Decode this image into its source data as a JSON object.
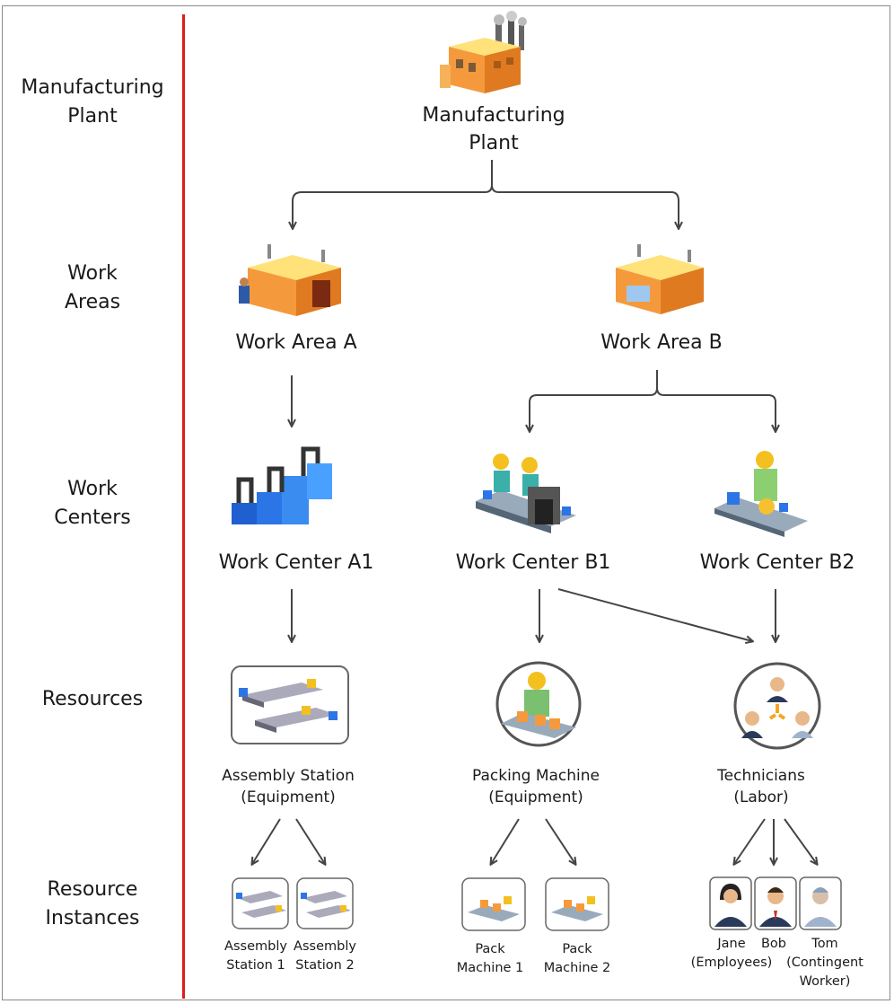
{
  "levels": [
    {
      "line1": "Manufacturing",
      "line2": "Plant"
    },
    {
      "line1": "Work",
      "line2": "Areas"
    },
    {
      "line1": "Work",
      "line2": "Centers"
    },
    {
      "line1": "Resources",
      "line2": ""
    },
    {
      "line1": "Resource",
      "line2": "Instances"
    }
  ],
  "plant": {
    "line1": "Manufacturing",
    "line2": "Plant"
  },
  "work_areas": [
    {
      "label": "Work Area A"
    },
    {
      "label": "Work Area B"
    }
  ],
  "work_centers": [
    {
      "label": "Work Center A1"
    },
    {
      "label": "Work Center B1"
    },
    {
      "label": "Work Center B2"
    }
  ],
  "resources": [
    {
      "line1": "Assembly Station",
      "line2": "(Equipment)"
    },
    {
      "line1": "Packing Machine",
      "line2": "(Equipment)"
    },
    {
      "line1": "Technicians",
      "line2": "(Labor)"
    }
  ],
  "instances": [
    {
      "line1": "Assembly",
      "line2": "Station 1",
      "line3": ""
    },
    {
      "line1": "Assembly",
      "line2": "Station 2",
      "line3": ""
    },
    {
      "line1": "Pack",
      "line2": "Machine 1",
      "line3": ""
    },
    {
      "line1": "Pack",
      "line2": "Machine 2",
      "line3": ""
    },
    {
      "line1": "Jane",
      "line2": "(Employees)",
      "line3": ""
    },
    {
      "line1": "Bob",
      "line2": "",
      "line3": ""
    },
    {
      "line1": "Tom",
      "line2": "(Contingent",
      "line3": "Worker)"
    }
  ],
  "colors": {
    "divider": "#e01b1b",
    "arrow": "#444444",
    "border": "#8a8a8a"
  }
}
